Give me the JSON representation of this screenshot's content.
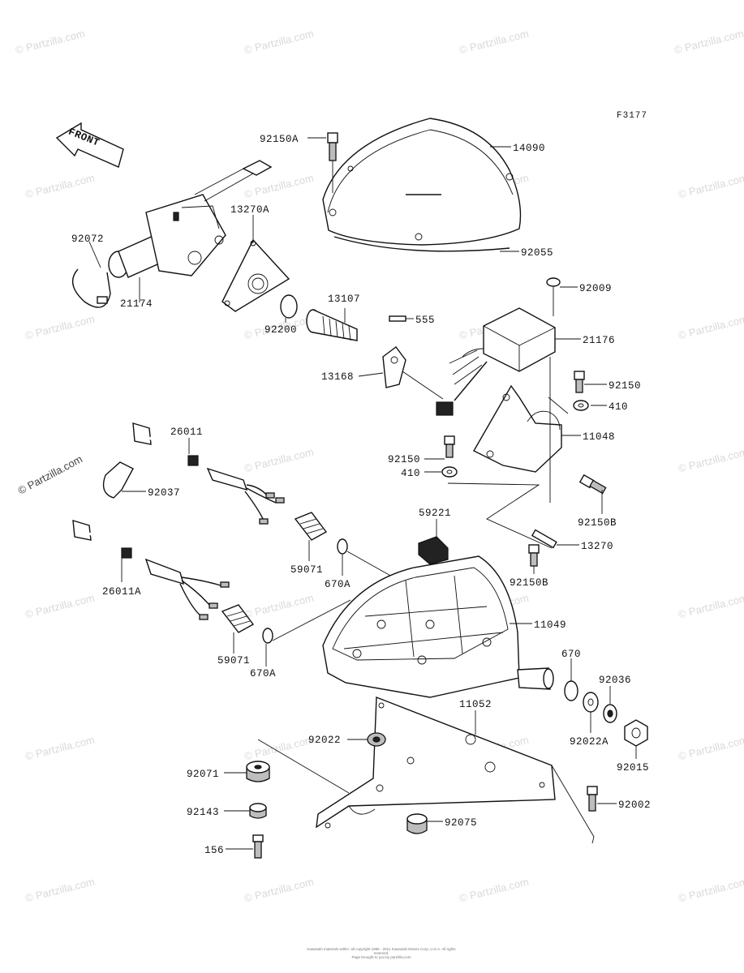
{
  "diagram_code": "F3177",
  "front_label": "FRONT",
  "watermark": "© Partzilla.com",
  "copyright_lines": [
    "Kawasaki materials within: all copyright 1995 - 2011 Kawasaki Motors Corp, U.S.A. All rights reserved.",
    "Page brought to you by partzilla.com"
  ],
  "parts": [
    {
      "id": "14090"
    },
    {
      "id": "92150A"
    },
    {
      "id": "92055"
    },
    {
      "id": "92072"
    },
    {
      "id": "21174"
    },
    {
      "id": "13270A"
    },
    {
      "id": "92200"
    },
    {
      "id": "13107"
    },
    {
      "id": "555"
    },
    {
      "id": "92009"
    },
    {
      "id": "21176"
    },
    {
      "id": "13168"
    },
    {
      "id": "92150"
    },
    {
      "id": "410"
    },
    {
      "id": "11048"
    },
    {
      "id": "26011"
    },
    {
      "id": "92037"
    },
    {
      "id": "92150B"
    },
    {
      "id": "59221"
    },
    {
      "id": "13270"
    },
    {
      "id": "59071"
    },
    {
      "id": "670A"
    },
    {
      "id": "26011A"
    },
    {
      "id": "11049"
    },
    {
      "id": "670"
    },
    {
      "id": "92036"
    },
    {
      "id": "11052"
    },
    {
      "id": "92022"
    },
    {
      "id": "92022A"
    },
    {
      "id": "92015"
    },
    {
      "id": "92071"
    },
    {
      "id": "92002"
    },
    {
      "id": "92143"
    },
    {
      "id": "92075"
    },
    {
      "id": "156"
    }
  ]
}
